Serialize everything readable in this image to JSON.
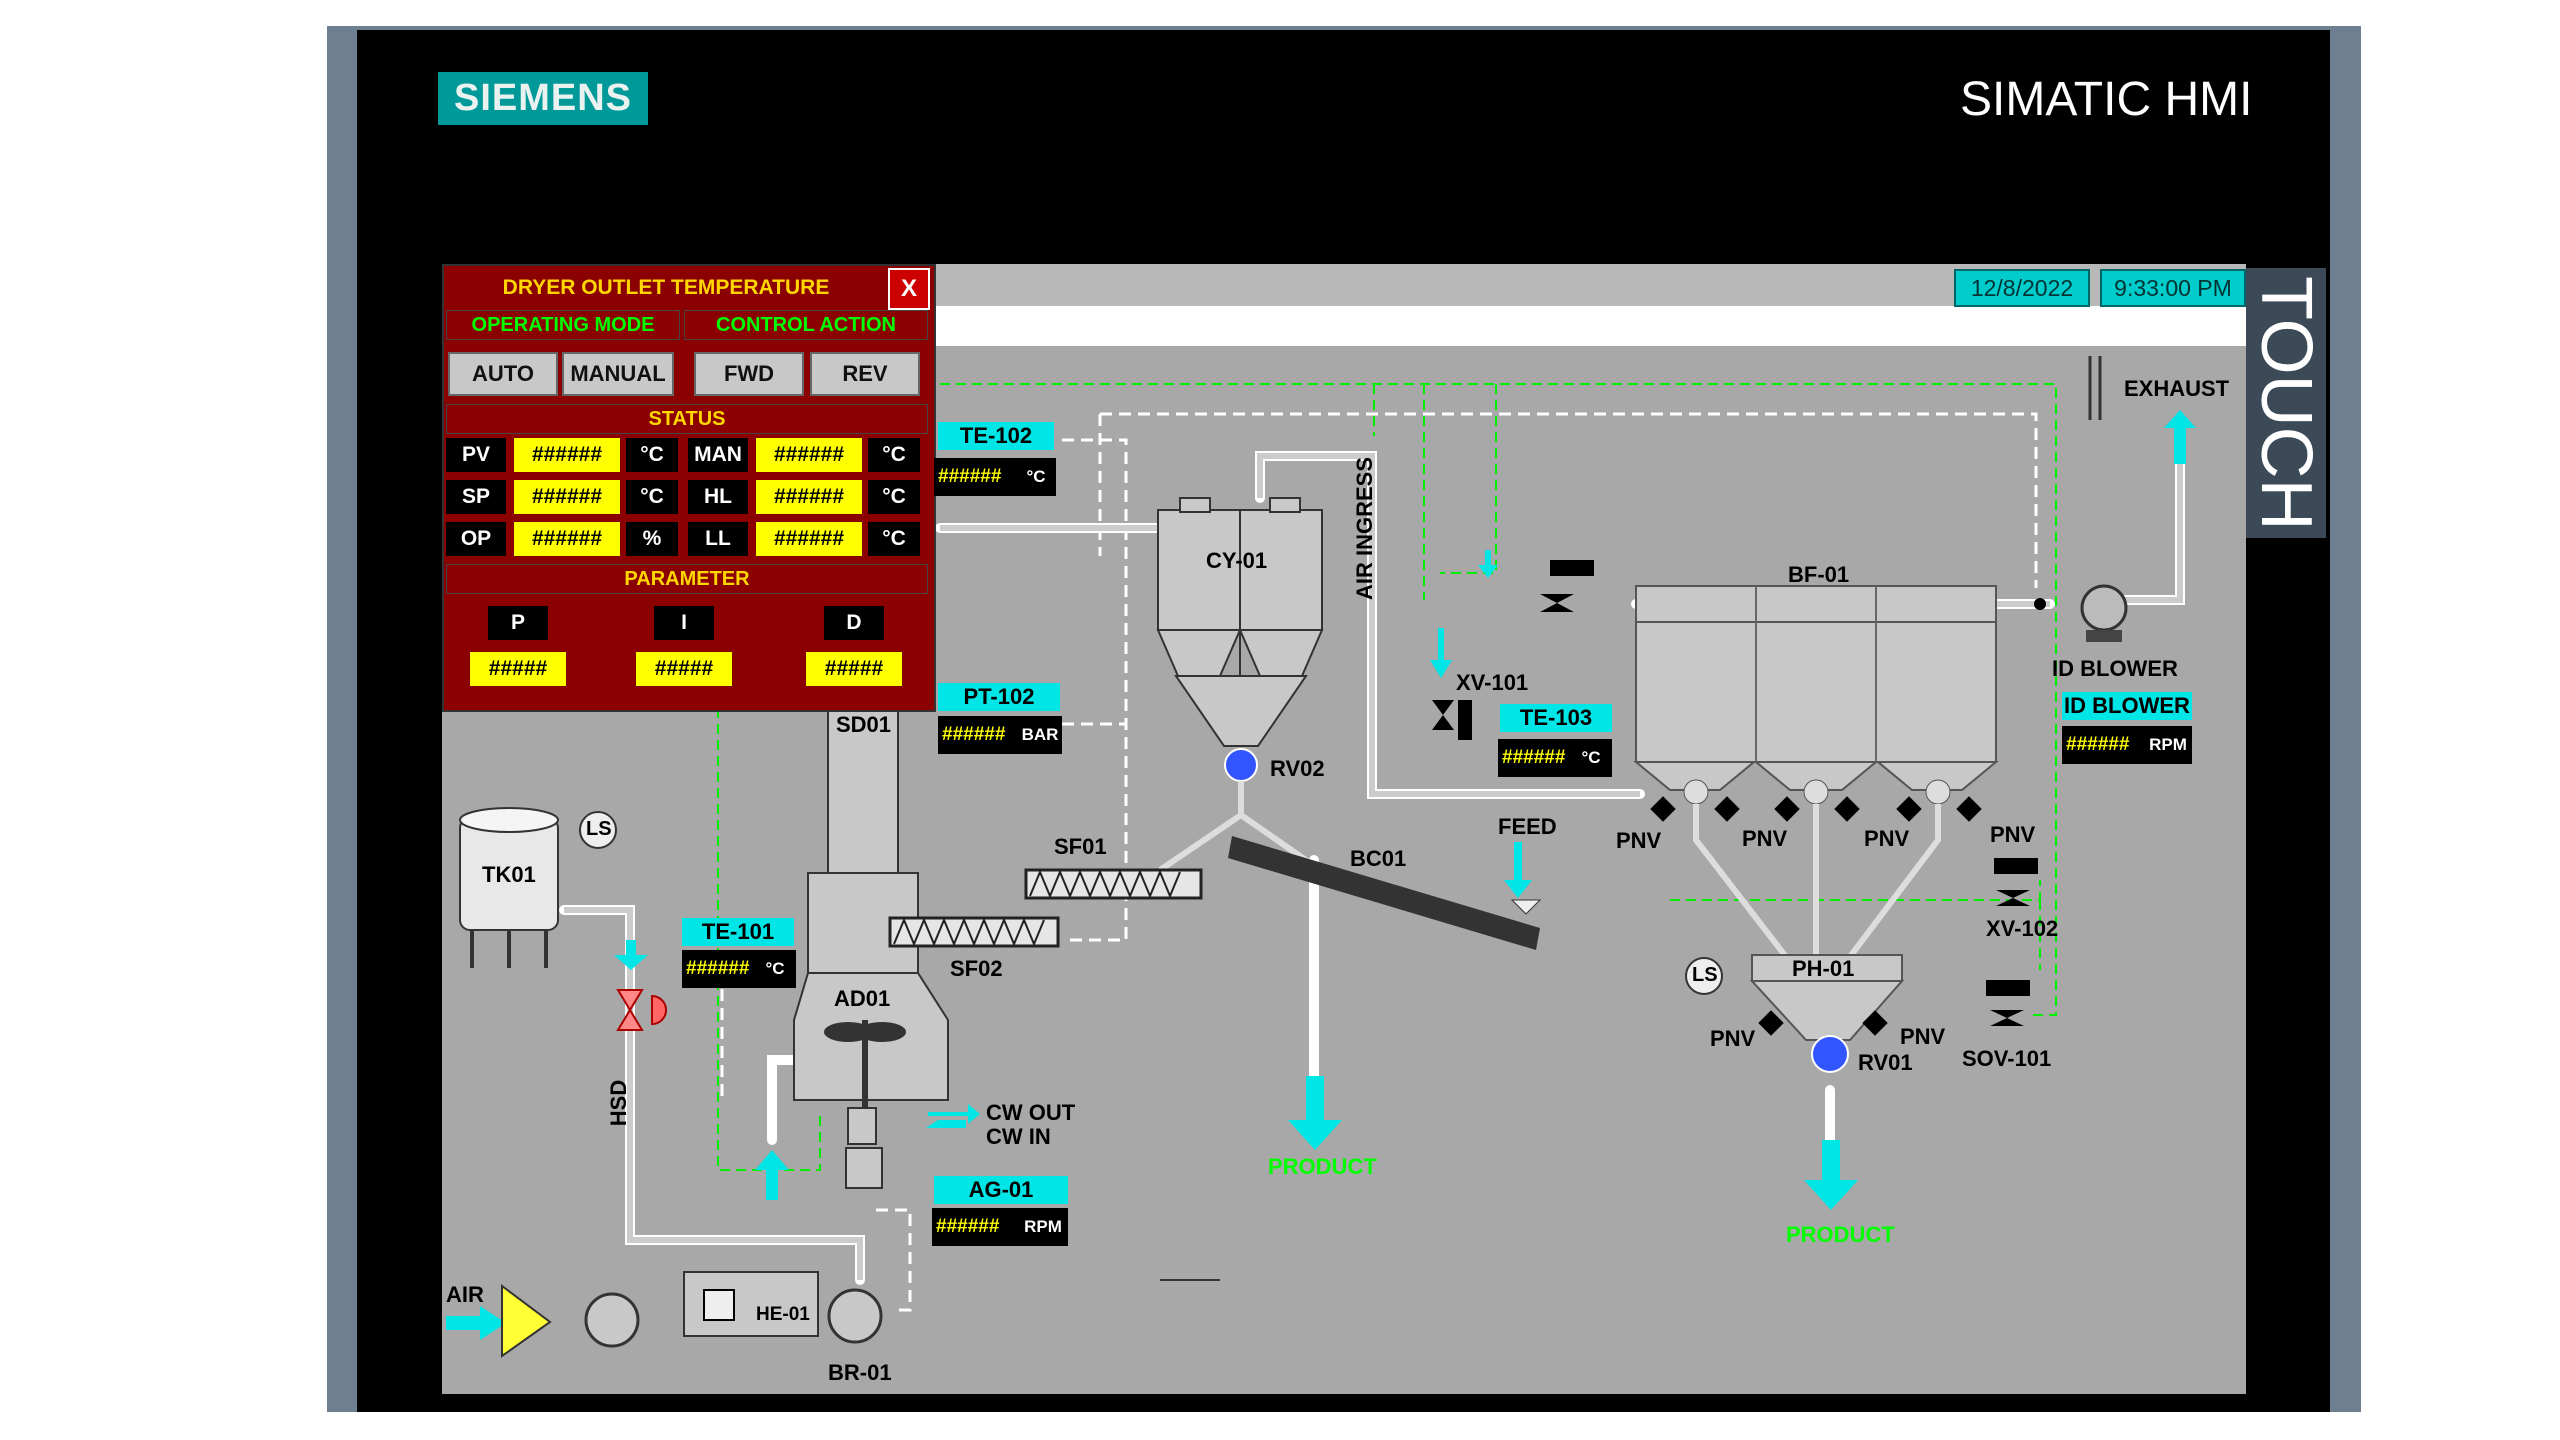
{
  "header": {
    "brand": "SIEMENS",
    "title": "SIMATIC HMI",
    "touch_label": "TOUCH"
  },
  "status_bar": {
    "date": "12/8/2022",
    "time": "9:33:00 PM"
  },
  "faceplate": {
    "title": "DRYER OUTLET TEMPERATURE",
    "close": "X",
    "operating_mode_label": "OPERATING MODE",
    "control_action_label": "CONTROL ACTION",
    "buttons": {
      "auto": "AUTO",
      "manual": "MANUAL",
      "fwd": "FWD",
      "rev": "REV"
    },
    "status_label": "STATUS",
    "status_rows": [
      {
        "label": "PV",
        "value": "######",
        "unit": "°C",
        "label2": "MAN",
        "value2": "######",
        "unit2": "°C"
      },
      {
        "label": "SP",
        "value": "######",
        "unit": "°C",
        "label2": "HL",
        "value2": "######",
        "unit2": "°C"
      },
      {
        "label": "OP",
        "value": "######",
        "unit": "%",
        "label2": "LL",
        "value2": "######",
        "unit2": "°C"
      }
    ],
    "parameter_label": "PARAMETER",
    "params": [
      {
        "label": "P",
        "value": "#####"
      },
      {
        "label": "I",
        "value": "#####"
      },
      {
        "label": "D",
        "value": "#####"
      }
    ]
  },
  "instruments": {
    "te102": {
      "tag": "TE-102",
      "value": "######",
      "unit": "°C"
    },
    "pt102": {
      "tag": "PT-102",
      "value": "######",
      "unit": "BAR"
    },
    "te103": {
      "tag": "TE-103",
      "value": "######",
      "unit": "°C"
    },
    "te101": {
      "tag": "TE-101",
      "value": "######",
      "unit": "°C"
    },
    "ag01": {
      "tag": "AG-01",
      "value": "######",
      "unit": "RPM"
    },
    "idblower": {
      "tag": "ID BLOWER",
      "value": "######",
      "unit": "RPM"
    }
  },
  "equipment": {
    "cy01": "CY-01",
    "rv02": "RV02",
    "sd01": "SD01",
    "sf01": "SF01",
    "sf02": "SF02",
    "bc01": "BC01",
    "ad01": "AD01",
    "tk01": "TK01",
    "ls1": "LS",
    "ls2": "LS",
    "hsd": "HSD",
    "cw_out": "CW OUT",
    "cw_in": "CW IN",
    "air": "AIR",
    "he01": "HE-01",
    "br01": "BR-01",
    "air_ingress": "AIR INGRESS",
    "xv101": "XV-101",
    "feed": "FEED",
    "bf01": "BF-01",
    "exhaust": "EXHAUST",
    "id_blower": "ID BLOWER",
    "pnv": "PNV",
    "xv102": "XV-102",
    "ph01": "PH-01",
    "rv01": "RV01",
    "sov101": "SOV-101",
    "product1": "PRODUCT",
    "product2": "PRODUCT"
  },
  "colors": {
    "accent": "#00e5e5",
    "signal": "#00ff00",
    "faceplate": "#8b0000",
    "value": "#ffff00"
  }
}
